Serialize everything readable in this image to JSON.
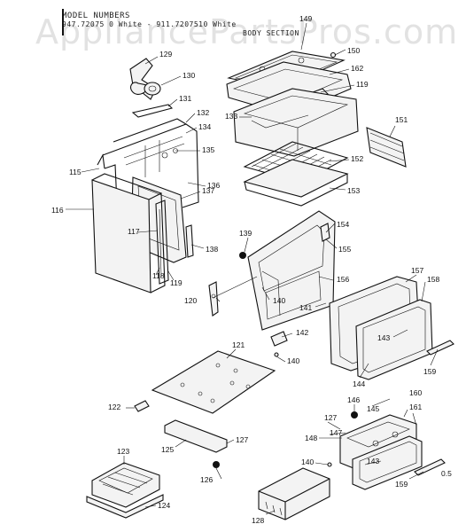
{
  "watermark": "AppliancePartsPros.com",
  "header": {
    "line1": "MODEL NUMBERS",
    "line2": "947.72075 0 White - 911.7207510  White",
    "body_section": "BODY SECTION"
  },
  "part_labels": [
    "149",
    "150",
    "129",
    "130",
    "162",
    "119",
    "131",
    "132",
    "133",
    "134",
    "151",
    "135",
    "152",
    "115",
    "136",
    "153",
    "137",
    "116",
    "139",
    "154",
    "117",
    "155",
    "138",
    "118",
    "119",
    "156",
    "157",
    "158",
    "120",
    "140",
    "141",
    "142",
    "143",
    "121",
    "140",
    "159",
    "144",
    "122",
    "146",
    "160",
    "145",
    "127",
    "161",
    "148",
    "147",
    "125",
    "127",
    "140",
    "143",
    "123",
    "126",
    "159",
    "0.5",
    "128",
    "124"
  ]
}
